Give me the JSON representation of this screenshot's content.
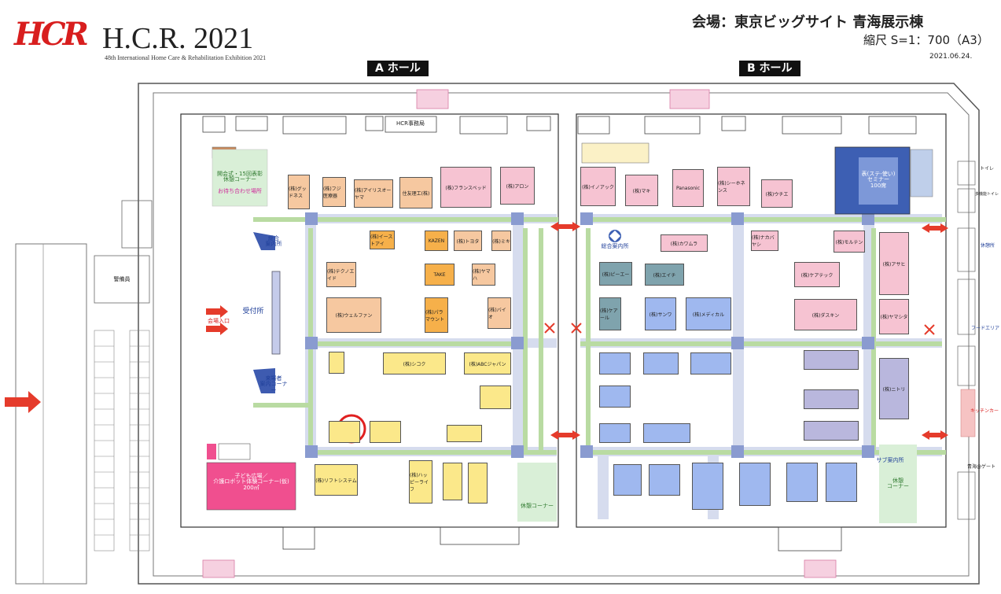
{
  "header": {
    "logo_mark": "HCR",
    "title": "H.C.R. 2021",
    "subtitle": "48th International Home Care & Rehabilitation Exhibition 2021",
    "venue": "会場：東京ビッグサイト 青海展示棟",
    "scale": "縮尺 S=1：700（A3）",
    "date": "2021.06.24."
  },
  "halls": {
    "a": "A ホール",
    "b": "B ホール"
  },
  "areas": {
    "rest_a": "開会式・15回表彰\n休憩コーナー",
    "rest_a_note": "お待ち合わせ場所",
    "security_a": "警備員",
    "reception": "受付所",
    "entrance": "会場入口",
    "info_a": "総合\n案内所",
    "info_b": "総合案内所",
    "guide_a": "来場者\n案内コーナー",
    "kids": "子ども広場／\n介護ロボット体験コーナー(仮)\n200㎡",
    "hcr_office": "HCR事務局",
    "rest_b": "休憩コーナー",
    "sub_info": "サブ案内所",
    "rest_b_right": "休憩\nコーナー",
    "seminar": "表(ステ-使い)\nセミナー\n100席",
    "gate_b": "青海@ゲート",
    "toilet": "トイレ",
    "multi_toilet": "多機能トイレ",
    "food": "フードエリア",
    "kitchen_car": "キッチンカー",
    "rest_right": "休憩所"
  },
  "booths": {
    "a1": "(株)グッドネス",
    "a2": "(株)アイリスオーヤマ",
    "a3": "住友理工(株)",
    "a4": "(株)フランスベッド",
    "a5": "(株)アロン",
    "a6": "KAZEN",
    "a7": "(株)トヨタ",
    "a8": "TAKE",
    "a9": "(株)ヤマハ",
    "a10": "(株)フジ医療器",
    "a11": "(株)イーストアイ",
    "a12": "(株)ミキ",
    "a13": "(株)テクノエイド",
    "a14": "(株)ウェルファン",
    "a15": "(株)パラマウント",
    "a16": "(株)バイオ",
    "a17": "(株)シコク",
    "a18": "(株)ABCジャパン",
    "a19": "(株)ハッピーライフ",
    "a20": "(株)リフトシステム",
    "b1": "(株)イノアック",
    "b2": "(株)ピーエー",
    "b3": "(株)ケアール",
    "b4": "(株)メディカル",
    "b5": "(株)モルテン",
    "b6": "(株)マキ",
    "b7": "(株)カワムラ",
    "b8": "(株)エイチ",
    "b9": "Panasonic",
    "b10": "(株)サンワ",
    "b11": "(株)シーホネンス",
    "b12": "(株)ウチエ",
    "b13": "(株)ナカバヤシ",
    "b14": "(株)ケアテック",
    "b15": "(株)ダスキン",
    "b16": "(株)ニトリ",
    "b17": "(株)アサヒ",
    "b18": "(株)ヤマシタ"
  },
  "colors": {
    "accent_red": "#d81e1e",
    "walkway_green": "#b9dba2",
    "aisle_lavender": "#d6dcee",
    "booth_orange": "#f6b04a",
    "booth_peach": "#f6c8a0",
    "booth_yellow": "#fbe88a",
    "booth_blue": "#9fb8ef",
    "booth_pink": "#f6c3d2",
    "booth_teal": "#7fa3ad",
    "kids_magenta": "#f04f8f",
    "seminar_navy": "#3d5fb3"
  },
  "icons": [
    "logo-mark-icon",
    "arrow-right-icon",
    "double-arrow-icon",
    "closed-x-icon",
    "highlight-circle-icon",
    "info-marker-icon"
  ]
}
